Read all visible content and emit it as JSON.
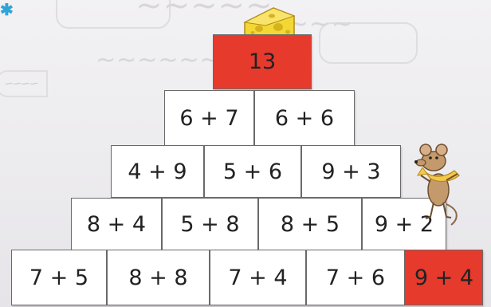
{
  "pyramid": {
    "top": "13",
    "row2": [
      "6 + 7",
      "6 + 6"
    ],
    "row3": [
      "4 + 9",
      "5 + 6",
      "9 + 3"
    ],
    "row4": [
      "8 + 4",
      "5 + 8",
      "8 + 5",
      "9 + 2"
    ],
    "row5": [
      "7 + 5",
      "8 + 8",
      "7 + 4",
      "7 + 6",
      "9 + 4"
    ]
  },
  "colors": {
    "highlight": "#e63a2d",
    "brick": "#ffffff",
    "cheese": "#f3d835",
    "mouse": "#c49a6c",
    "scarf": "#f2c94c",
    "asterisk": "#2fa4d6"
  },
  "icons": [
    "asterisk-icon",
    "cheese-icon",
    "mouse-icon"
  ]
}
